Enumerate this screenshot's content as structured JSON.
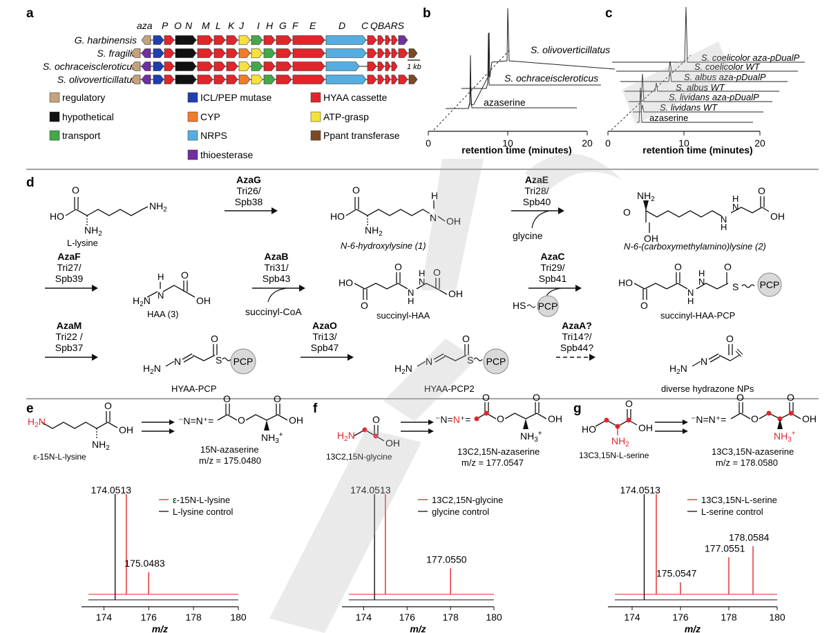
{
  "panels": {
    "a": "a",
    "b": "b",
    "c": "c",
    "d": "d",
    "e": "e",
    "f": "f",
    "g": "g"
  },
  "gene_cluster": {
    "header": "aza",
    "gene_letters": [
      "P",
      "O",
      "N",
      "M",
      "L",
      "K",
      "J",
      "I",
      "H",
      "G",
      "F",
      "E",
      "D",
      "C",
      "QBARS"
    ],
    "organisms": [
      "G. harbinensis",
      "S. fragilis",
      "S. ochraceiscleroticus",
      "S. olivoverticillatus"
    ],
    "scale": "1 kb",
    "colors": {
      "regulatory": "#c4a27c",
      "icl": "#1f3fb0",
      "hyaa": "#e0262b",
      "hypothetical": "#111111",
      "cyp": "#f07b2a",
      "atp": "#f5e23c",
      "transport": "#44a84a",
      "nrps": "#56aee0",
      "ppant": "#7a4a24",
      "thio": "#7030a0"
    },
    "legend": [
      {
        "key": "regulatory",
        "label": "regulatory"
      },
      {
        "key": "icl",
        "label": "ICL/PEP mutase"
      },
      {
        "key": "hyaa",
        "label": "HYAA cassette"
      },
      {
        "key": "hypothetical",
        "label": "hypothetical"
      },
      {
        "key": "cyp",
        "label": "CYP"
      },
      {
        "key": "atp",
        "label": "ATP-grasp"
      },
      {
        "key": "transport",
        "label": "transport"
      },
      {
        "key": "nrps",
        "label": "NRPS"
      },
      {
        "key": "ppant",
        "label": "Ppant transferase"
      },
      {
        "key": "thio",
        "label": "thioesterase"
      }
    ]
  },
  "chromatogram_b": {
    "traces": [
      "S. olivoverticillatus",
      "S. ochraceiscleroticus",
      "azaserine"
    ],
    "xlabel": "retention time (minutes)",
    "ticks": [
      "0",
      "10",
      "20"
    ]
  },
  "chromatogram_c": {
    "traces": [
      "S. coelicolor aza-pDualP",
      "S. coelicolor WT",
      "S. albus aza-pDualP",
      "S. albus WT",
      "S. lividans aza-pDualP",
      "S. lividans WT",
      "azaserine"
    ],
    "xlabel": "retention time (minutes)",
    "ticks": [
      "0",
      "10",
      "20"
    ]
  },
  "pathway": {
    "steps": [
      {
        "enzyme": "AzaG",
        "alt1": "Tri26/",
        "alt2": "Spb38"
      },
      {
        "enzyme": "AzaE",
        "alt1": "Tri28/",
        "alt2": "Spb40",
        "cosub": "glycine"
      },
      {
        "enzyme": "AzaF",
        "alt1": "Tri27/",
        "alt2": "Spb39"
      },
      {
        "enzyme": "AzaB",
        "alt1": "Tri31/",
        "alt2": "Spb43",
        "cosub": "succinyl-CoA"
      },
      {
        "enzyme": "AzaC",
        "alt1": "Tri29/",
        "alt2": "Spb41",
        "cosub": "HS"
      },
      {
        "enzyme": "AzaM",
        "alt1": "Tri22 /",
        "alt2": "Spb37"
      },
      {
        "enzyme": "AzaO",
        "alt1": "Tri13/",
        "alt2": "Spb47"
      },
      {
        "enzyme": "AzaA?",
        "alt1": "Tri14?/",
        "alt2": "Spb44?"
      }
    ],
    "compounds": {
      "lysine": "L-lysine",
      "hydroxylysine": "N-6-hydroxylysine (1)",
      "carboxymethyl": "N-6-(carboxymethylamino)lysine (2)",
      "haa": "HAA (3)",
      "succinyl_haa": "succinyl-HAA",
      "succinyl_haa_pcp": "succinyl-HAA-PCP",
      "hyaa_pcp": "HYAA-PCP",
      "hyaa_pcp2": "HYAA-PCP2",
      "diverse": "diverse hydrazone NPs"
    },
    "pcp": "PCP"
  },
  "labeling": [
    {
      "precursor": "ε-15N-L-lysine",
      "product": "15N-azaserine",
      "mz": "m/z = 175.0480"
    },
    {
      "precursor": "13C2,15N-glycine",
      "product": "13C2,15N-azaserine",
      "mz": "m/z = 177.0547"
    },
    {
      "precursor": "13C3,15N-L-serine",
      "product": "13C3,15N-azaserine",
      "mz": "m/z = 178.0580"
    }
  ],
  "chart_data": [
    {
      "type": "bar",
      "title": "",
      "xlabel": "m/z",
      "ylabel": "",
      "xlim": [
        173,
        180
      ],
      "ticks": [
        174,
        176,
        178,
        180
      ],
      "series": [
        {
          "name": "ε-15N-L-lysine",
          "x": [
            175.0,
            176.0
          ],
          "values": [
            100,
            22
          ]
        },
        {
          "name": "L-lysine control",
          "x": [
            174.5
          ],
          "values": [
            100
          ]
        }
      ],
      "labels": [
        "174.0513",
        "175.0483"
      ],
      "legend": [
        "ε-15N-L-lysine",
        "L-lysine control"
      ]
    },
    {
      "type": "bar",
      "title": "",
      "xlabel": "m/z",
      "ylabel": "",
      "xlim": [
        173,
        180
      ],
      "ticks": [
        174,
        176,
        178,
        180
      ],
      "series": [
        {
          "name": "13C2,15N-glycine",
          "x": [
            175.0,
            178.0
          ],
          "values": [
            100,
            26
          ]
        },
        {
          "name": "glycine control",
          "x": [
            174.5
          ],
          "values": [
            100
          ]
        }
      ],
      "labels": [
        "174.0513",
        "177.0550"
      ],
      "legend": [
        "13C2,15N-glycine",
        "glycine control"
      ]
    },
    {
      "type": "bar",
      "title": "",
      "xlabel": "m/z",
      "ylabel": "",
      "xlim": [
        173,
        180
      ],
      "ticks": [
        174,
        176,
        178,
        180
      ],
      "series": [
        {
          "name": "13C3,15N-L-serine",
          "x": [
            175.0,
            176.0,
            178.0,
            179.0
          ],
          "values": [
            100,
            12,
            37,
            48
          ]
        },
        {
          "name": "L-serine control",
          "x": [
            174.5
          ],
          "values": [
            100
          ]
        }
      ],
      "labels": [
        "174.0513",
        "175.0547",
        "177.0551",
        "178.0584"
      ],
      "legend": [
        "13C3,15N-L-serine",
        "L-serine control"
      ]
    }
  ]
}
